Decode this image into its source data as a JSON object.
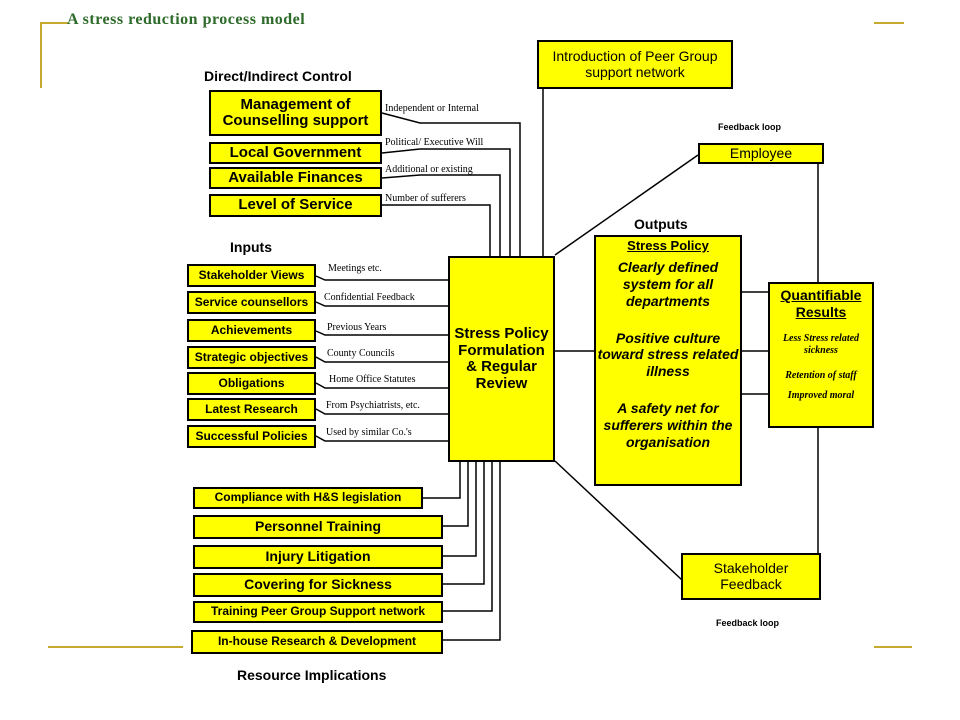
{
  "title": "A stress reduction process model",
  "control": {
    "heading": "Direct/Indirect Control",
    "items": [
      {
        "label": "Management of Counselling support",
        "note": "Independent or Internal"
      },
      {
        "label": "Local Government",
        "note": "Political/ Executive Will"
      },
      {
        "label": "Available Finances",
        "note": "Additional or existing"
      },
      {
        "label": "Level of Service",
        "note": "Number of sufferers"
      }
    ]
  },
  "inputs": {
    "heading": "Inputs",
    "items": [
      {
        "label": "Stakeholder Views",
        "note": "Meetings etc."
      },
      {
        "label": "Service counsellors",
        "note": "Confidential Feedback"
      },
      {
        "label": "Achievements",
        "note": "Previous Years"
      },
      {
        "label": "Strategic objectives",
        "note": "County Councils"
      },
      {
        "label": "Obligations",
        "note": "Home Office Statutes"
      },
      {
        "label": "Latest Research",
        "note": "From Psychiatrists, etc."
      },
      {
        "label": "Successful Policies",
        "note": "Used by similar Co.'s"
      }
    ]
  },
  "resources": {
    "heading": "Resource Implications",
    "items": [
      "Compliance with H&S legislation",
      "Personnel Training",
      "Injury Litigation",
      "Covering for Sickness",
      "Training Peer Group Support network",
      "In-house Research & Development"
    ]
  },
  "center": {
    "label": "Stress Policy Formulation & Regular Review"
  },
  "peer_group": {
    "label": "Introduction of Peer Group support network"
  },
  "employee": {
    "label": "Employee",
    "feedback": "Feedback loop"
  },
  "outputs": {
    "heading": "Outputs",
    "title": "Stress Policy",
    "items": [
      "Clearly defined system for all departments",
      "Positive culture toward stress related illness",
      "A safety net for sufferers within the organisation"
    ]
  },
  "results": {
    "title": "Quantifiable Results",
    "items": [
      "Less Stress related sickness",
      "Retention of staff",
      "Improved moral"
    ]
  },
  "stakeholder_feedback": {
    "label": "Stakeholder Feedback",
    "feedback": "Feedback loop"
  },
  "colors": {
    "box_fill": "#ffff00",
    "frame_accent": "#c8a930",
    "title_color": "#2e6a2a"
  }
}
